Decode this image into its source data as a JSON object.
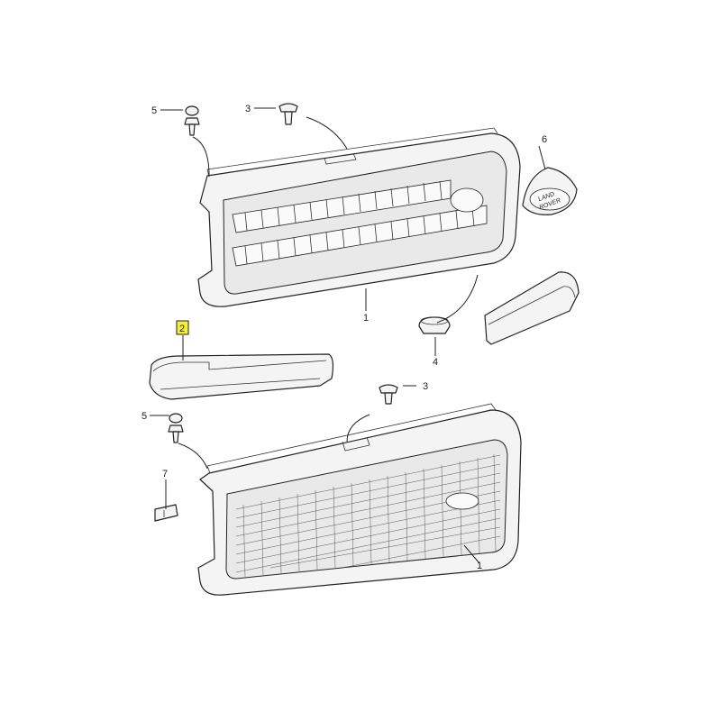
{
  "callouts": {
    "c1_upper": "1",
    "c1_lower": "1",
    "c2": "2",
    "c3_upper": "3",
    "c3_lower": "3",
    "c4": "4",
    "c5_upper": "5",
    "c5_lower": "5",
    "c6": "6",
    "c7": "7"
  },
  "badge_text": {
    "line1": "LAND",
    "line2": "ROVER"
  },
  "colors": {
    "highlight": "#f5ef38",
    "outline": "#222222"
  }
}
